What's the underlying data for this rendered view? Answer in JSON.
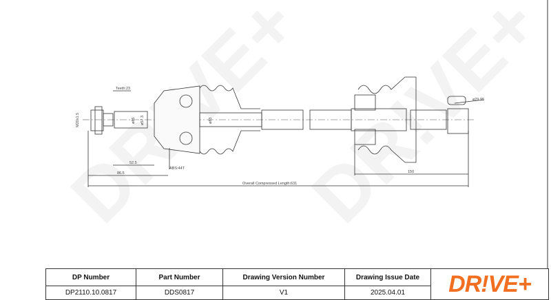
{
  "drawing": {
    "thread_label": "M20x1.5",
    "teeth_label": "Teeth:23",
    "dia_85": "ø85",
    "dia_57_3": "ø57.3",
    "dia_83": "ø83",
    "dim_52_5": "52.5",
    "dim_86_5": "86.5",
    "abs_label": "ABS:44T",
    "dia_29_95": "ø29.95",
    "dim_150": "150",
    "overall_length": "Overall  Compressed  Length:631",
    "watermark": "DR!VE+"
  },
  "table": {
    "headers": [
      "DP Number",
      "Part Number",
      "Drawing Version Number",
      "Drawing Issue Date"
    ],
    "values": [
      "DP2110.10.0817",
      "DDS0817",
      "V1",
      "2025.04.01"
    ],
    "logo": "DR!VE+"
  },
  "colors": {
    "brand": "#f26f21",
    "line": "#333333"
  }
}
